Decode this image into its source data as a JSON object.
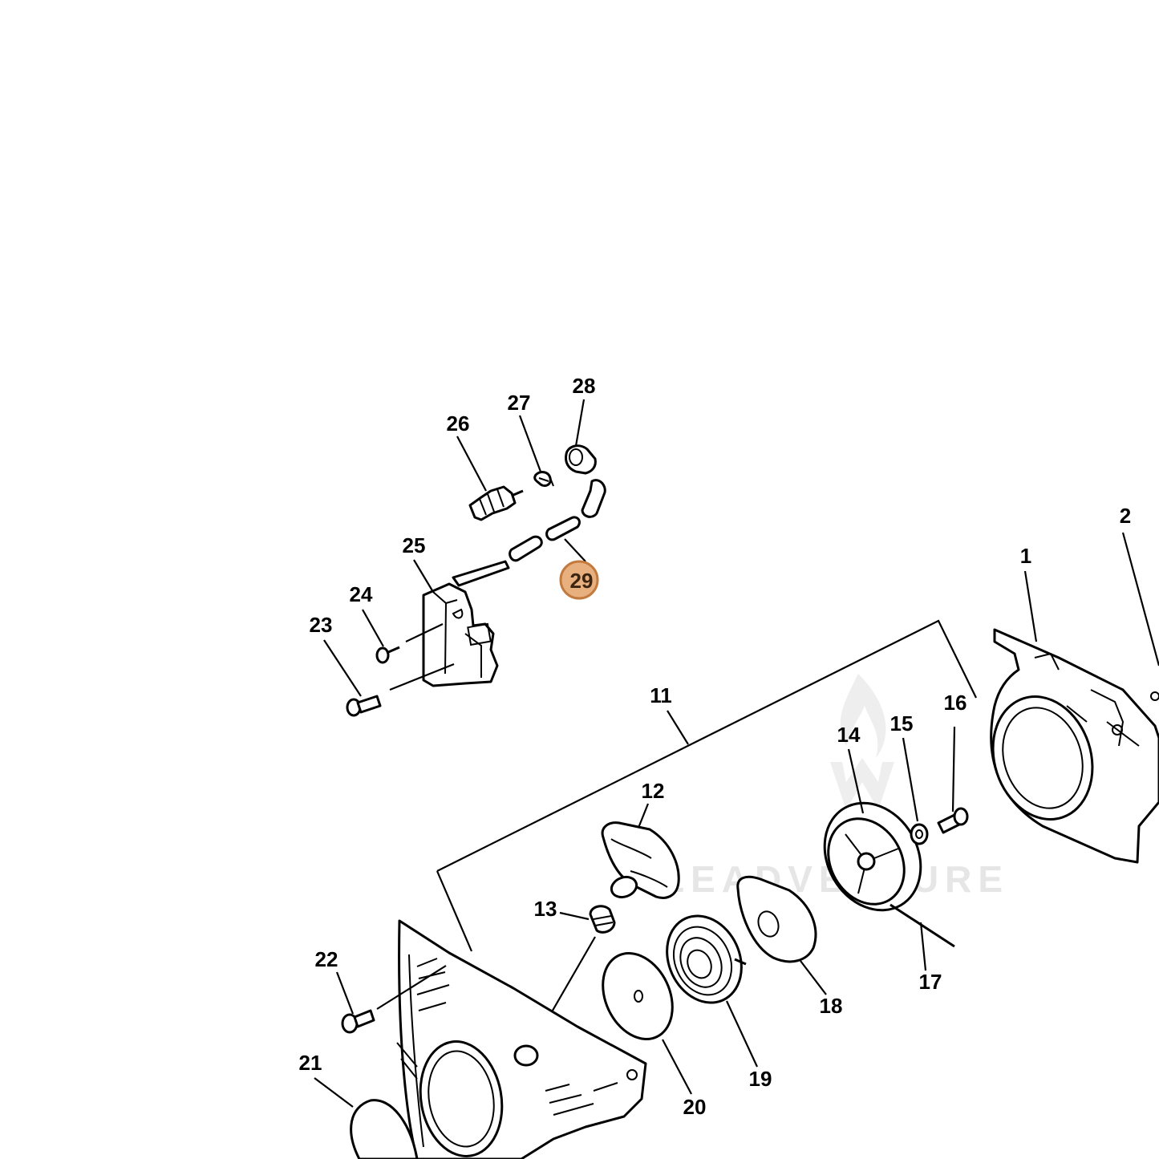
{
  "watermark": {
    "text": "LEADVENTURE"
  },
  "highlight": {
    "part": "29",
    "fill": "#e8b07e",
    "stroke": "#c27a3e"
  },
  "callouts": {
    "p1": "1",
    "p2": "2",
    "p11": "11",
    "p12": "12",
    "p13": "13",
    "p14": "14",
    "p15": "15",
    "p16": "16",
    "p17": "17",
    "p18": "18",
    "p19": "19",
    "p20": "20",
    "p21": "21",
    "p22": "22",
    "p23": "23",
    "p24": "24",
    "p25": "25",
    "p26": "26",
    "p27": "27",
    "p28": "28",
    "p29": "29"
  }
}
